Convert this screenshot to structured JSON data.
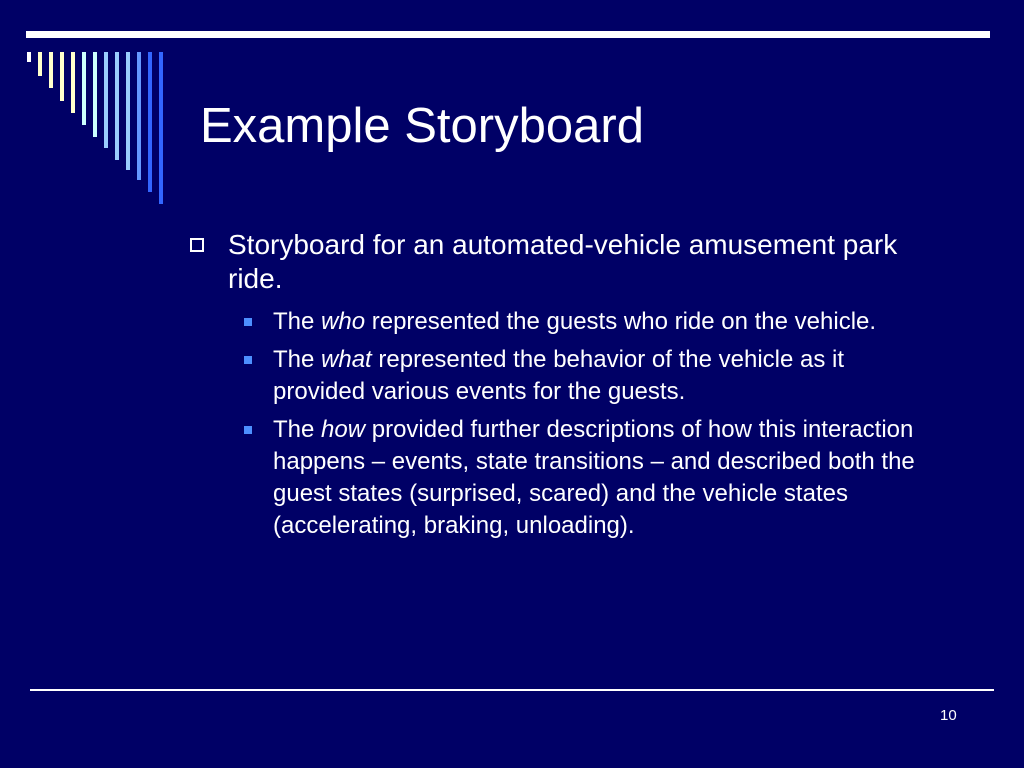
{
  "slide": {
    "title": "Example Storyboard",
    "page_number": "10",
    "bullet": "Storyboard for an automated-vehicle amusement park ride.",
    "sub_bullets": [
      {
        "lead": "The ",
        "emphasis": "who",
        "rest": " represented the guests who ride on the vehicle."
      },
      {
        "lead": "The ",
        "emphasis": "what",
        "rest": " represented the behavior of the vehicle as it provided various events for the guests."
      },
      {
        "lead": "The ",
        "emphasis": "how",
        "rest": " provided further descriptions of how this interaction happens – events, state transitions – and described both the guest states (surprised, scared) and the vehicle states (accelerating, braking, unloading)."
      }
    ]
  },
  "colors": {
    "background": "#000066",
    "text": "#ffffff",
    "sub_bullet": "#4d8fff",
    "stripes": [
      "#ffffff",
      "#ffffcc",
      "#ffffcc",
      "#ccffff",
      "#ccffff",
      "#99ccff",
      "#99ccff",
      "#6699ff",
      "#3366ff",
      "#3366ff"
    ]
  }
}
